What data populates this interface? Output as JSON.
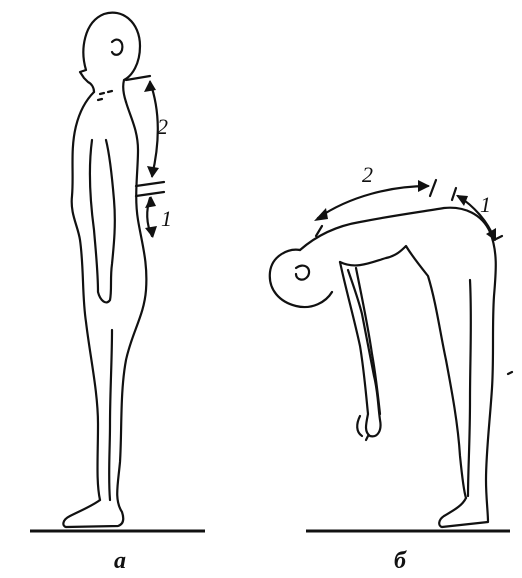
{
  "figure_a": {
    "caption": "а",
    "segment_upper_label": "2",
    "segment_lower_label": "1"
  },
  "figure_b": {
    "caption": "б",
    "segment_upper_label": "2",
    "segment_lower_label": "1"
  }
}
